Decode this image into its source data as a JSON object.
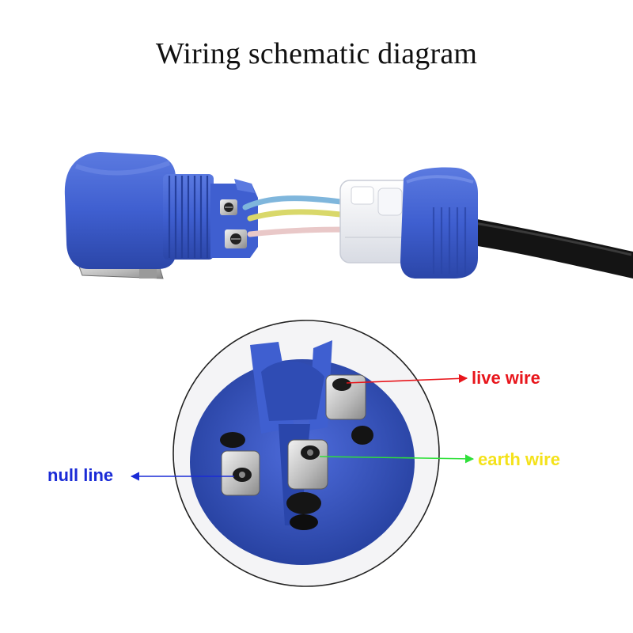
{
  "title": "Wiring schematic diagram",
  "labels": {
    "live": {
      "text": "live wire",
      "color": "#e8151b"
    },
    "earth": {
      "text": "earth wire",
      "color": "#f4e21a"
    },
    "null": {
      "text": "null line",
      "color": "#1a2bd6"
    }
  },
  "colors": {
    "connector_blue": "#3f5fd0",
    "connector_dark": "#2b46a8",
    "insert_white": "#eef0f4",
    "cable_black": "#141414",
    "wire_blue": "#7fb6dc",
    "wire_yellow": "#d9d86a",
    "wire_pink": "#e9c8c8",
    "live_arrow": "#e8151b",
    "earth_arrow": "#2fe03a",
    "null_arrow": "#1a2bd6"
  },
  "icons": {
    "plug": "blue-plug-connector-icon",
    "socket": "socket-face-icon",
    "terminal": "screw-terminal-icon"
  }
}
